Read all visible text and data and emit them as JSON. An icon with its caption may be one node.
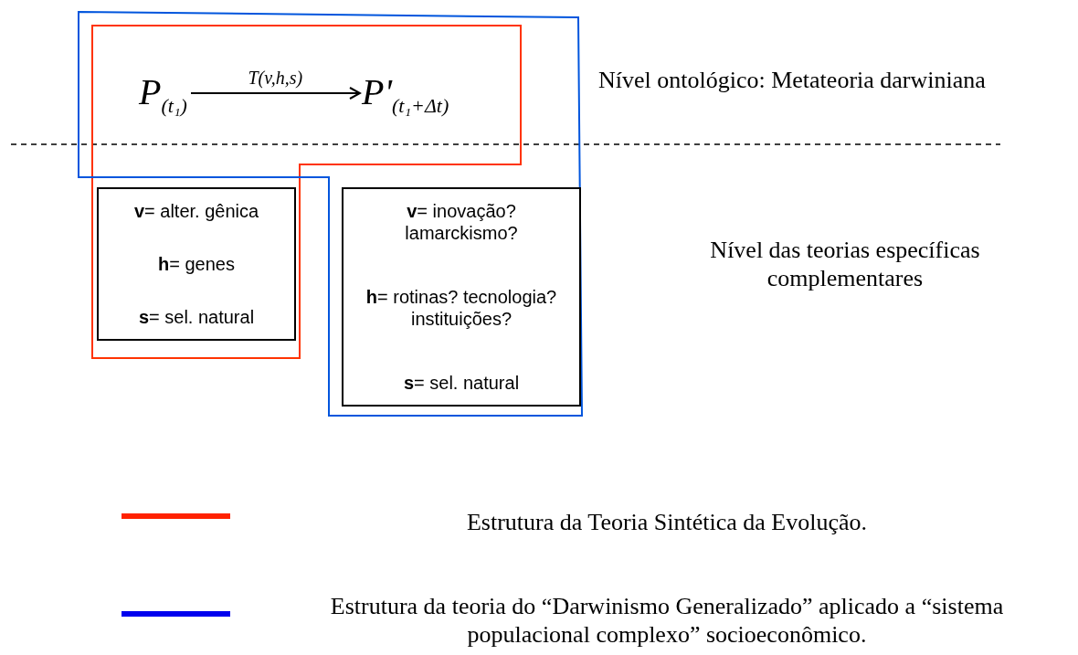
{
  "diagram": {
    "nodes": [
      {
        "text": [
          "P$_{(t₁)}$"
        ]
      },
      {
        "text": [
          "P'$_{(t₁+Δt)}$"
        ]
      },
      {
        "text": [
          "**v**= alter. gênica",
          "**h**= genes",
          "**s**= sel. natural"
        ]
      },
      {
        "text": [
          "**v**= inovação? lamarckismo?",
          "**h**= rotinas? tecnologia? instituições?",
          "**s**= sel. natural"
        ]
      }
    ],
    "edges": [
      {
        "from": 0,
        "to": 1,
        "arrow": "to",
        "label": "T(v,h,s)"
      }
    ],
    "labels": [
      "Nível ontológico: Metateoria darwiniana",
      "Nível das teorias específicas complementares"
    ],
    "legend": [
      {
        "text": "Estrutura da Teoria Sintética da Evolução."
      },
      {
        "text": "Estrutura da teoria do “Darwinismo Generalizado” aplicado a “sistema populacional complexo” socioeconômico."
      }
    ]
  }
}
